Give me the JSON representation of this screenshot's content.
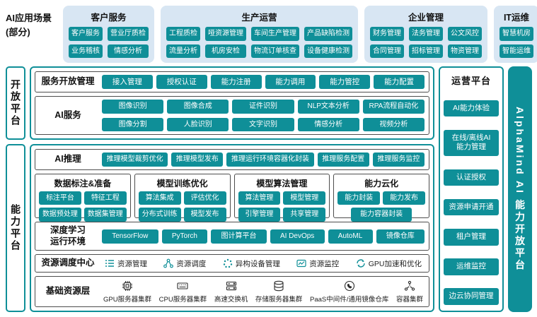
{
  "colors": {
    "teal": "#0f8f98",
    "group_bg": "#d8e6f3",
    "box_border": "#4d4d4d"
  },
  "scenarios": {
    "label": "AI应用场景\n(部分)",
    "groups": [
      {
        "title": "客户服务",
        "items": [
          "客户服务",
          "营业厅质检",
          "业务稽核",
          "情感分析"
        ]
      },
      {
        "title": "生产运营",
        "items": [
          "工程质检",
          "哑资源管理",
          "车间生产管理",
          "产品缺陷检测",
          "流量分析",
          "机房安检",
          "物流订单核查",
          "设备健康检测"
        ]
      },
      {
        "title": "企业管理",
        "items": [
          "财务管理",
          "法务管理",
          "公文风控",
          "合同管理",
          "招标管理",
          "物资管理"
        ]
      },
      {
        "title": "IT运维",
        "items": [
          "智慧机房",
          "智能运维"
        ]
      }
    ]
  },
  "open_platform": {
    "side_label": "开放平台",
    "service_mgmt": {
      "label": "服务开放管理",
      "items": [
        "接入管理",
        "授权认证",
        "能力注册",
        "能力调用",
        "能力管控",
        "能力配置"
      ]
    },
    "ai_service": {
      "label": "AI服务",
      "items": [
        "图像识别",
        "图像合成",
        "证件识别",
        "NLP文本分析",
        "RPA流程自动化",
        "图像分割",
        "人脸识别",
        "文字识别",
        "情感分析",
        "视频分析"
      ]
    }
  },
  "capability_platform": {
    "side_label": "能力平台",
    "ai_inference": {
      "label": "AI推理",
      "items": [
        "推理模型裁剪优化",
        "推理模型发布",
        "推理运行环境容器化封装",
        "推理服务配置",
        "推理服务监控"
      ]
    },
    "data_prep": {
      "title": "数据标注&准备",
      "items": [
        "标注平台",
        "特征工程",
        "数据预处理",
        "数据集管理"
      ]
    },
    "training": {
      "title": "模型训练优化",
      "items": [
        "算法集成",
        "评估优化",
        "分布式训练",
        "模型发布"
      ]
    },
    "algo_mgmt": {
      "title": "模型算法管理",
      "items": [
        "算法管理",
        "模型管理",
        "引擎管理",
        "共享管理"
      ]
    },
    "cloudify": {
      "title": "能力云化",
      "items": [
        "能力封装",
        "能力发布",
        "能力容器封装"
      ]
    },
    "dl_runtime": {
      "label": "深度学习\n运行环境",
      "items": [
        "TensorFlow",
        "PyTorch",
        "图计算平台",
        "AI DevOps",
        "AutoML",
        "镜像仓库"
      ]
    },
    "resource_center": {
      "label": "资源调度中心",
      "items": [
        {
          "icon": "resource-management-icon",
          "text": "资源管理"
        },
        {
          "icon": "resource-scheduling-icon",
          "text": "资源调度"
        },
        {
          "icon": "heterogeneous-device-icon",
          "text": "异构设备管理"
        },
        {
          "icon": "resource-monitoring-icon",
          "text": "资源监控"
        },
        {
          "icon": "gpu-acceleration-icon",
          "text": "GPU加速和优化"
        }
      ]
    },
    "base_layer": {
      "label": "基础资源层",
      "items": [
        {
          "icon": "gpu-cluster-icon",
          "text": "GPU服务器集群"
        },
        {
          "icon": "cpu-cluster-icon",
          "text": "CPU服务器集群"
        },
        {
          "icon": "switch-icon",
          "text": "高速交换机"
        },
        {
          "icon": "storage-cluster-icon",
          "text": "存储服务器集群"
        },
        {
          "icon": "paas-middleware-icon",
          "text": "PaaS中间件/通用镜像仓库"
        },
        {
          "icon": "container-cluster-icon",
          "text": "容器集群"
        }
      ]
    }
  },
  "operations_platform": {
    "title": "运营平台",
    "items": [
      "AI能力体验",
      "在线/离线AI\n能力管理",
      "认证授权",
      "资源申请开通",
      "租户管理",
      "运维监控",
      "边云协同管理"
    ]
  },
  "banner": "AlphaMind AI 能力开放平台"
}
